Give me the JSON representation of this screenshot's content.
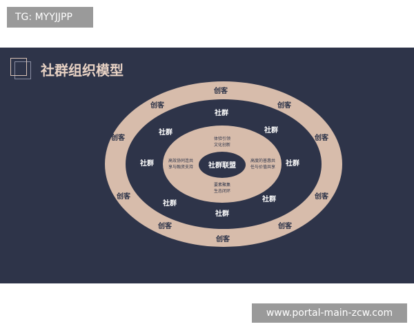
{
  "watermark_top": "TG: MYYJJPP",
  "watermark_bottom": "www.portal-main-zcw.com",
  "slide": {
    "title": "社群组织模型"
  },
  "diagram": {
    "outer_label": "创客",
    "middle_label": "社群",
    "center_label": "社群联盟",
    "inner_texts": {
      "top": [
        "体验引领",
        "文化创新"
      ],
      "left": [
        "高效协同连共",
        "享与融资支持"
      ],
      "right": [
        "高度的普惠共",
        "任与价值共享"
      ],
      "bottom": [
        "要素聚集",
        "生态闭环"
      ]
    }
  },
  "colors": {
    "background": "#2e3449",
    "ring": "#d7bcab",
    "ring_text": "#2e3449",
    "dark_text": "#ffffff",
    "title": "#e8d2c4"
  }
}
